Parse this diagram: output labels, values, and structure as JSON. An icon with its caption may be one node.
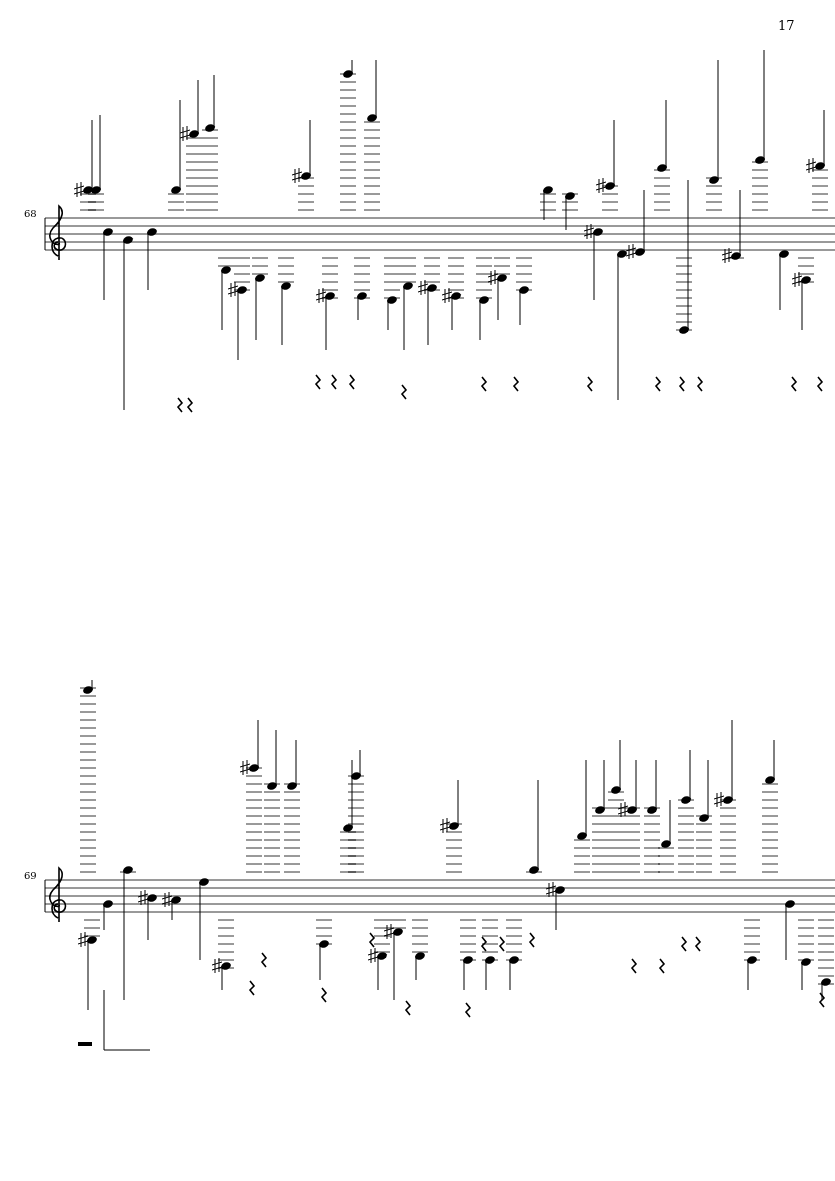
{
  "diagram": {
    "labels": [
      "17",
      "68",
      "69"
    ]
  }
}
